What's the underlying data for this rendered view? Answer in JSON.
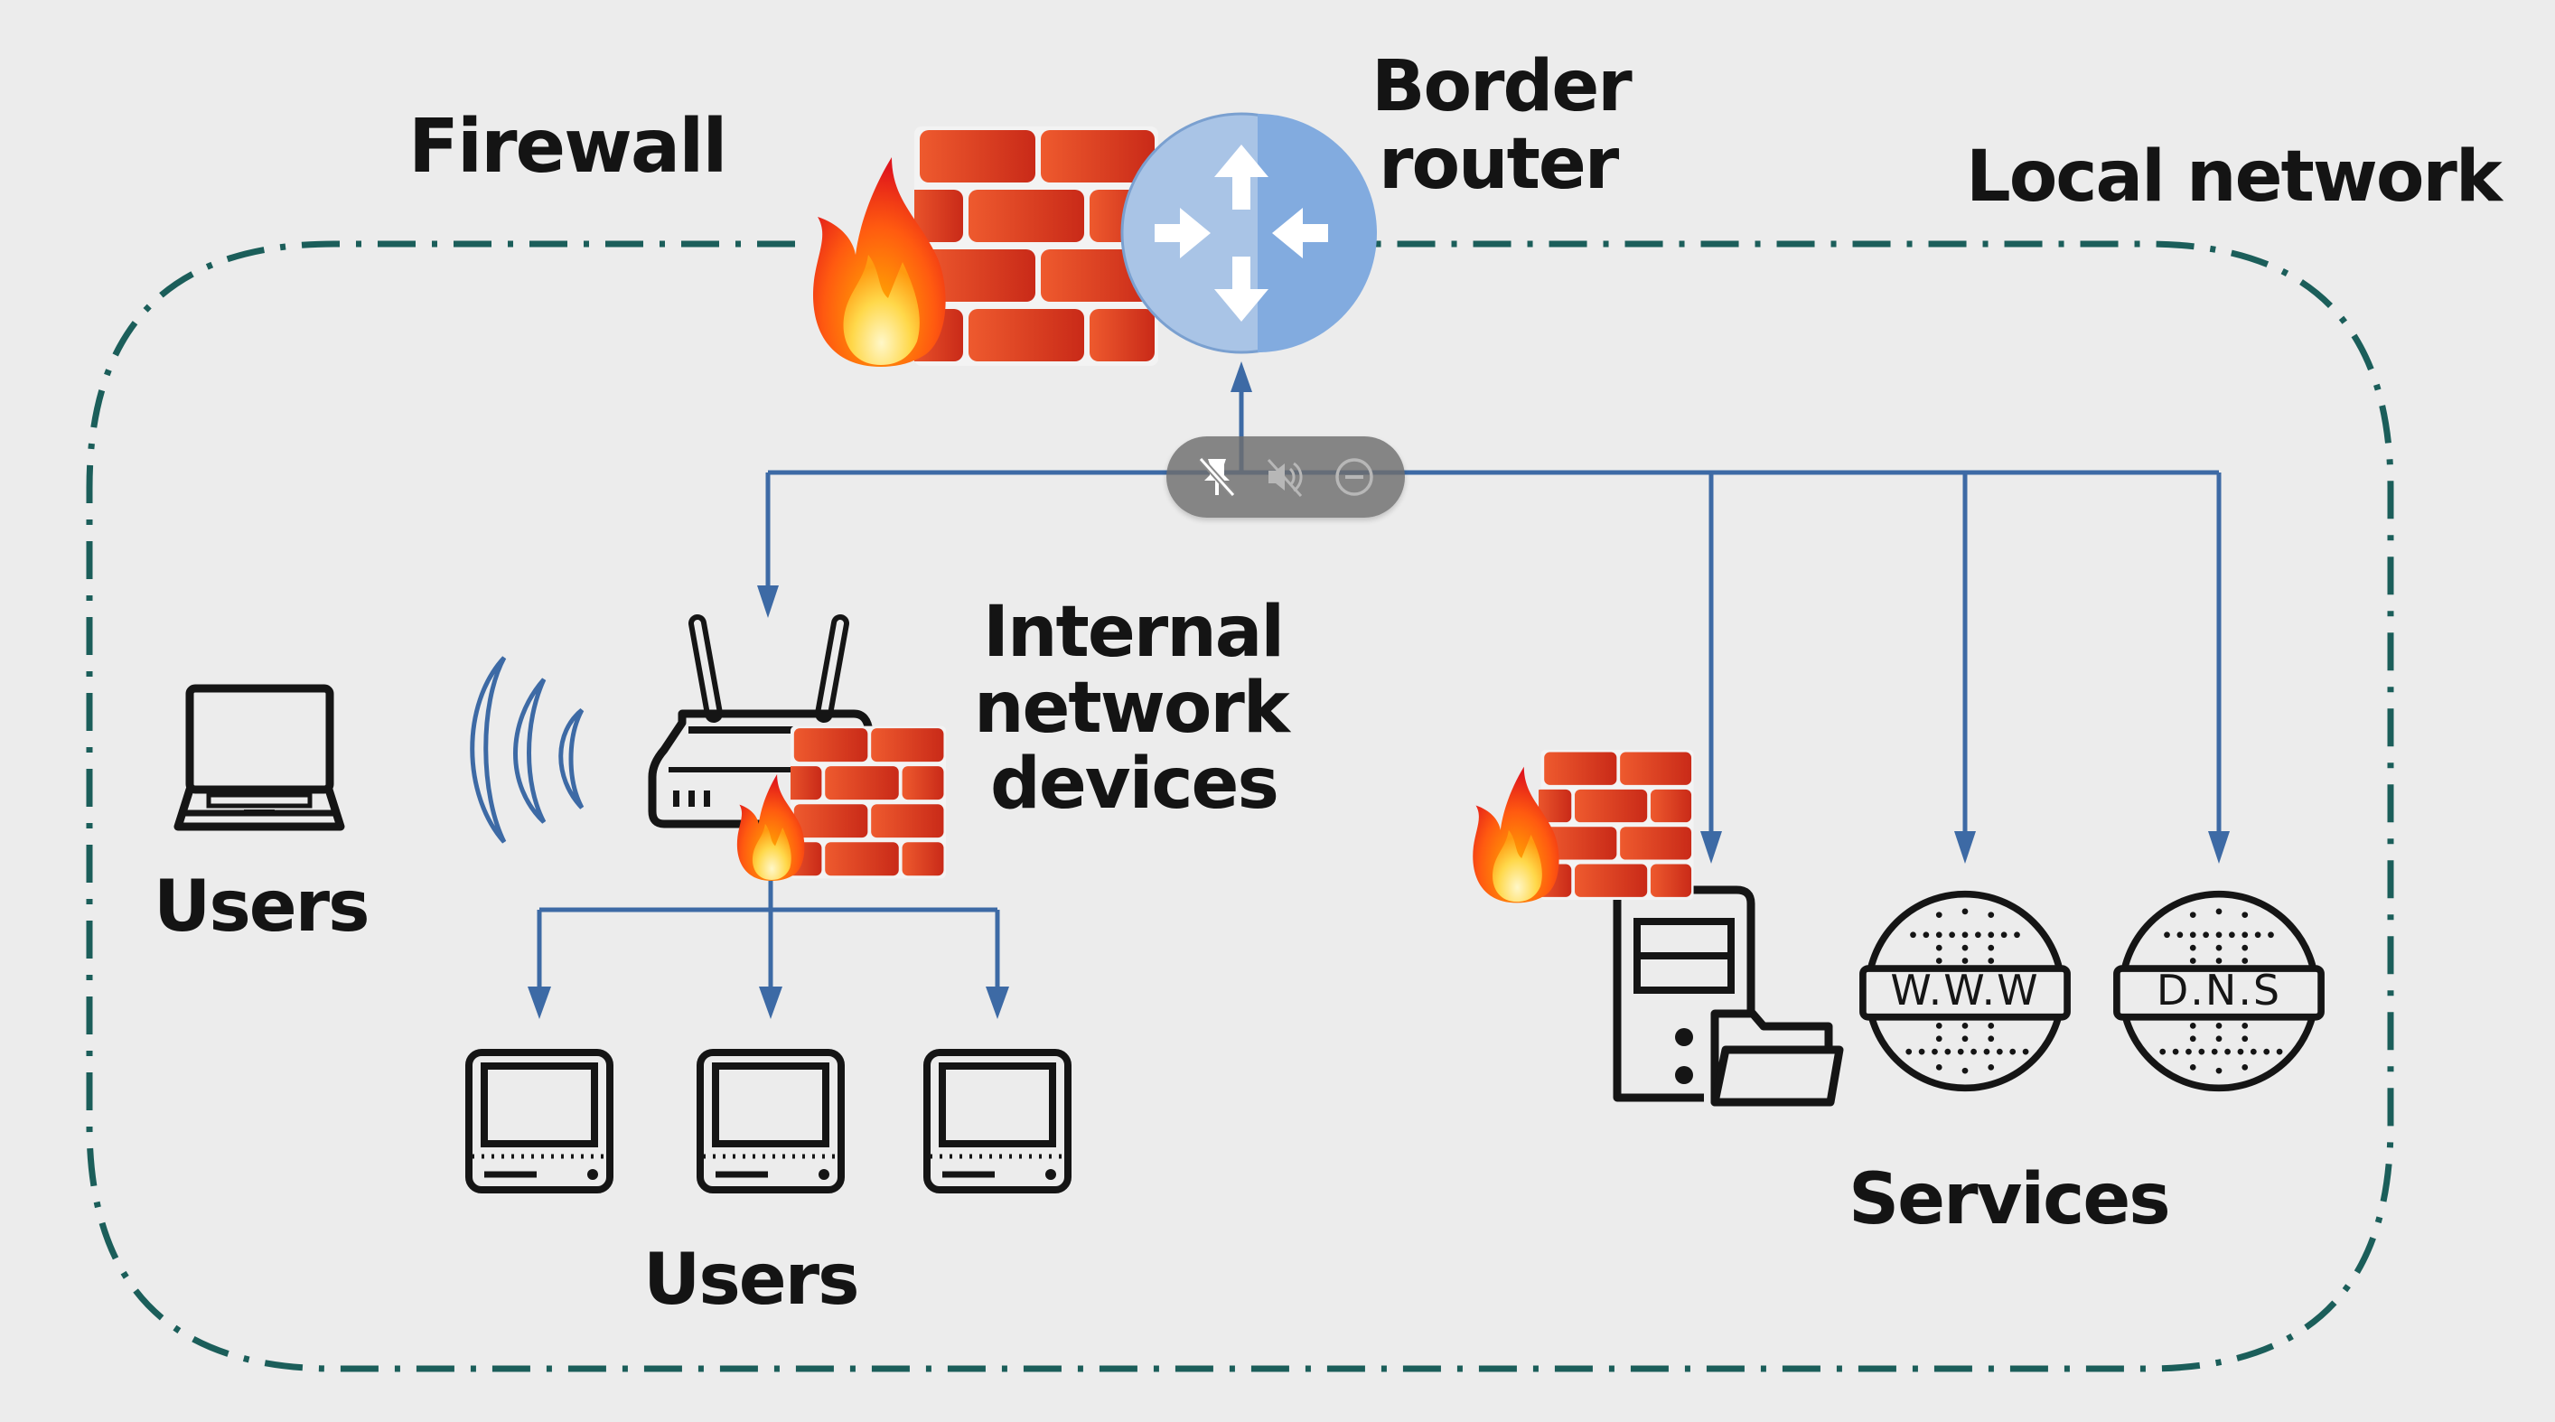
{
  "labels": {
    "firewall": "Firewall",
    "border_router_line1": "Border",
    "border_router_line2": "router",
    "local_network": "Local network",
    "internal_line1": "Internal",
    "internal_line2": "network",
    "internal_line3": "devices",
    "users_wireless": "Users",
    "users_wired": "Users",
    "services": "Services"
  },
  "services": {
    "web_globe_text": "W.W.W",
    "dns_globe_text": "D.N.S"
  },
  "icons": {
    "edge_firewall": "firewall-brick-wall-with-flame-icon",
    "border_router": "router-circle-arrows-icon",
    "wifi_router": "wifi-router-icon",
    "internal_firewall": "firewall-brick-wall-with-flame-icon",
    "services_firewall": "firewall-brick-wall-with-flame-icon",
    "laptop": "laptop-icon",
    "wireless_signal": "wireless-signal-icon",
    "desktop": "desktop-computer-icon",
    "file_server": "file-server-icon",
    "globe": "globe-icon"
  },
  "overlay_toolbar": {
    "buttons": [
      {
        "name": "unpin",
        "icon": "unpin-icon",
        "state": "active"
      },
      {
        "name": "mute",
        "icon": "speaker-muted-icon",
        "state": "dim"
      },
      {
        "name": "minimize",
        "icon": "minus-circle-icon",
        "state": "dim"
      }
    ]
  },
  "colors": {
    "background": "#ececec",
    "boundary": "#1b5e5a",
    "link": "#3d6aa5",
    "brick": "#d63a22",
    "router_light": "#a9c4e6",
    "router_dark": "#82abdf",
    "text": "#141414"
  }
}
